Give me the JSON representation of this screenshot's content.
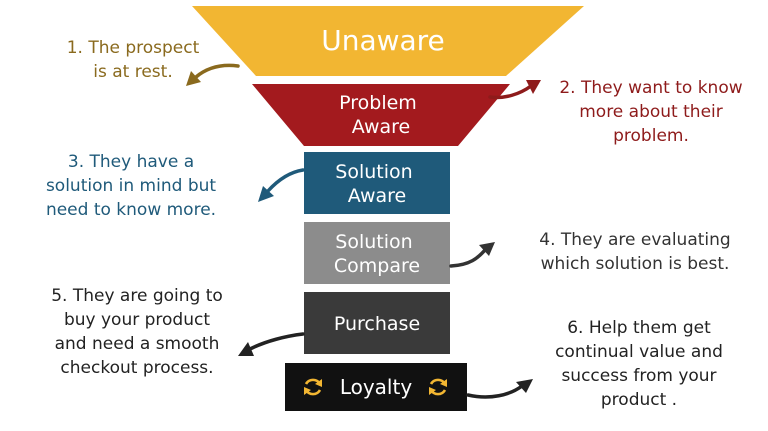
{
  "stages": [
    {
      "key": "unaware",
      "lines": [
        "Unaware"
      ],
      "color": "#F2B632"
    },
    {
      "key": "problem-aware",
      "lines": [
        "Problem",
        "Aware"
      ],
      "color": "#A31A1E"
    },
    {
      "key": "solution-aware",
      "lines": [
        "Solution",
        "Aware"
      ],
      "color": "#1F5A7A"
    },
    {
      "key": "solution-compare",
      "lines": [
        "Solution",
        "Compare"
      ],
      "color": "#8C8C8C"
    },
    {
      "key": "purchase",
      "lines": [
        "Purchase"
      ],
      "color": "#3A3A3A"
    },
    {
      "key": "loyalty",
      "lines": [
        "Loyalty"
      ],
      "color": "#111111"
    }
  ],
  "notes": [
    {
      "key": "note-1",
      "lines": [
        "1. The prospect",
        "is at rest."
      ],
      "color": "#8A6A1E"
    },
    {
      "key": "note-2",
      "lines": [
        "2. They want to know",
        "more about their",
        "problem."
      ],
      "color": "#8E1B1B"
    },
    {
      "key": "note-3",
      "lines": [
        "3. They have a",
        "solution in mind but",
        "need to know more."
      ],
      "color": "#1F5A7A"
    },
    {
      "key": "note-4",
      "lines": [
        "4. They are evaluating",
        "which solution is best."
      ],
      "color": "#333333"
    },
    {
      "key": "note-5",
      "lines": [
        "5. They are going to",
        "buy your product",
        "and need a smooth",
        "checkout process."
      ],
      "color": "#222222"
    },
    {
      "key": "note-6",
      "lines": [
        "6. Help them get",
        "continual value and",
        "success from your",
        "product ."
      ],
      "color": "#222222"
    }
  ],
  "loyalty_icon_color": "#F2B632"
}
